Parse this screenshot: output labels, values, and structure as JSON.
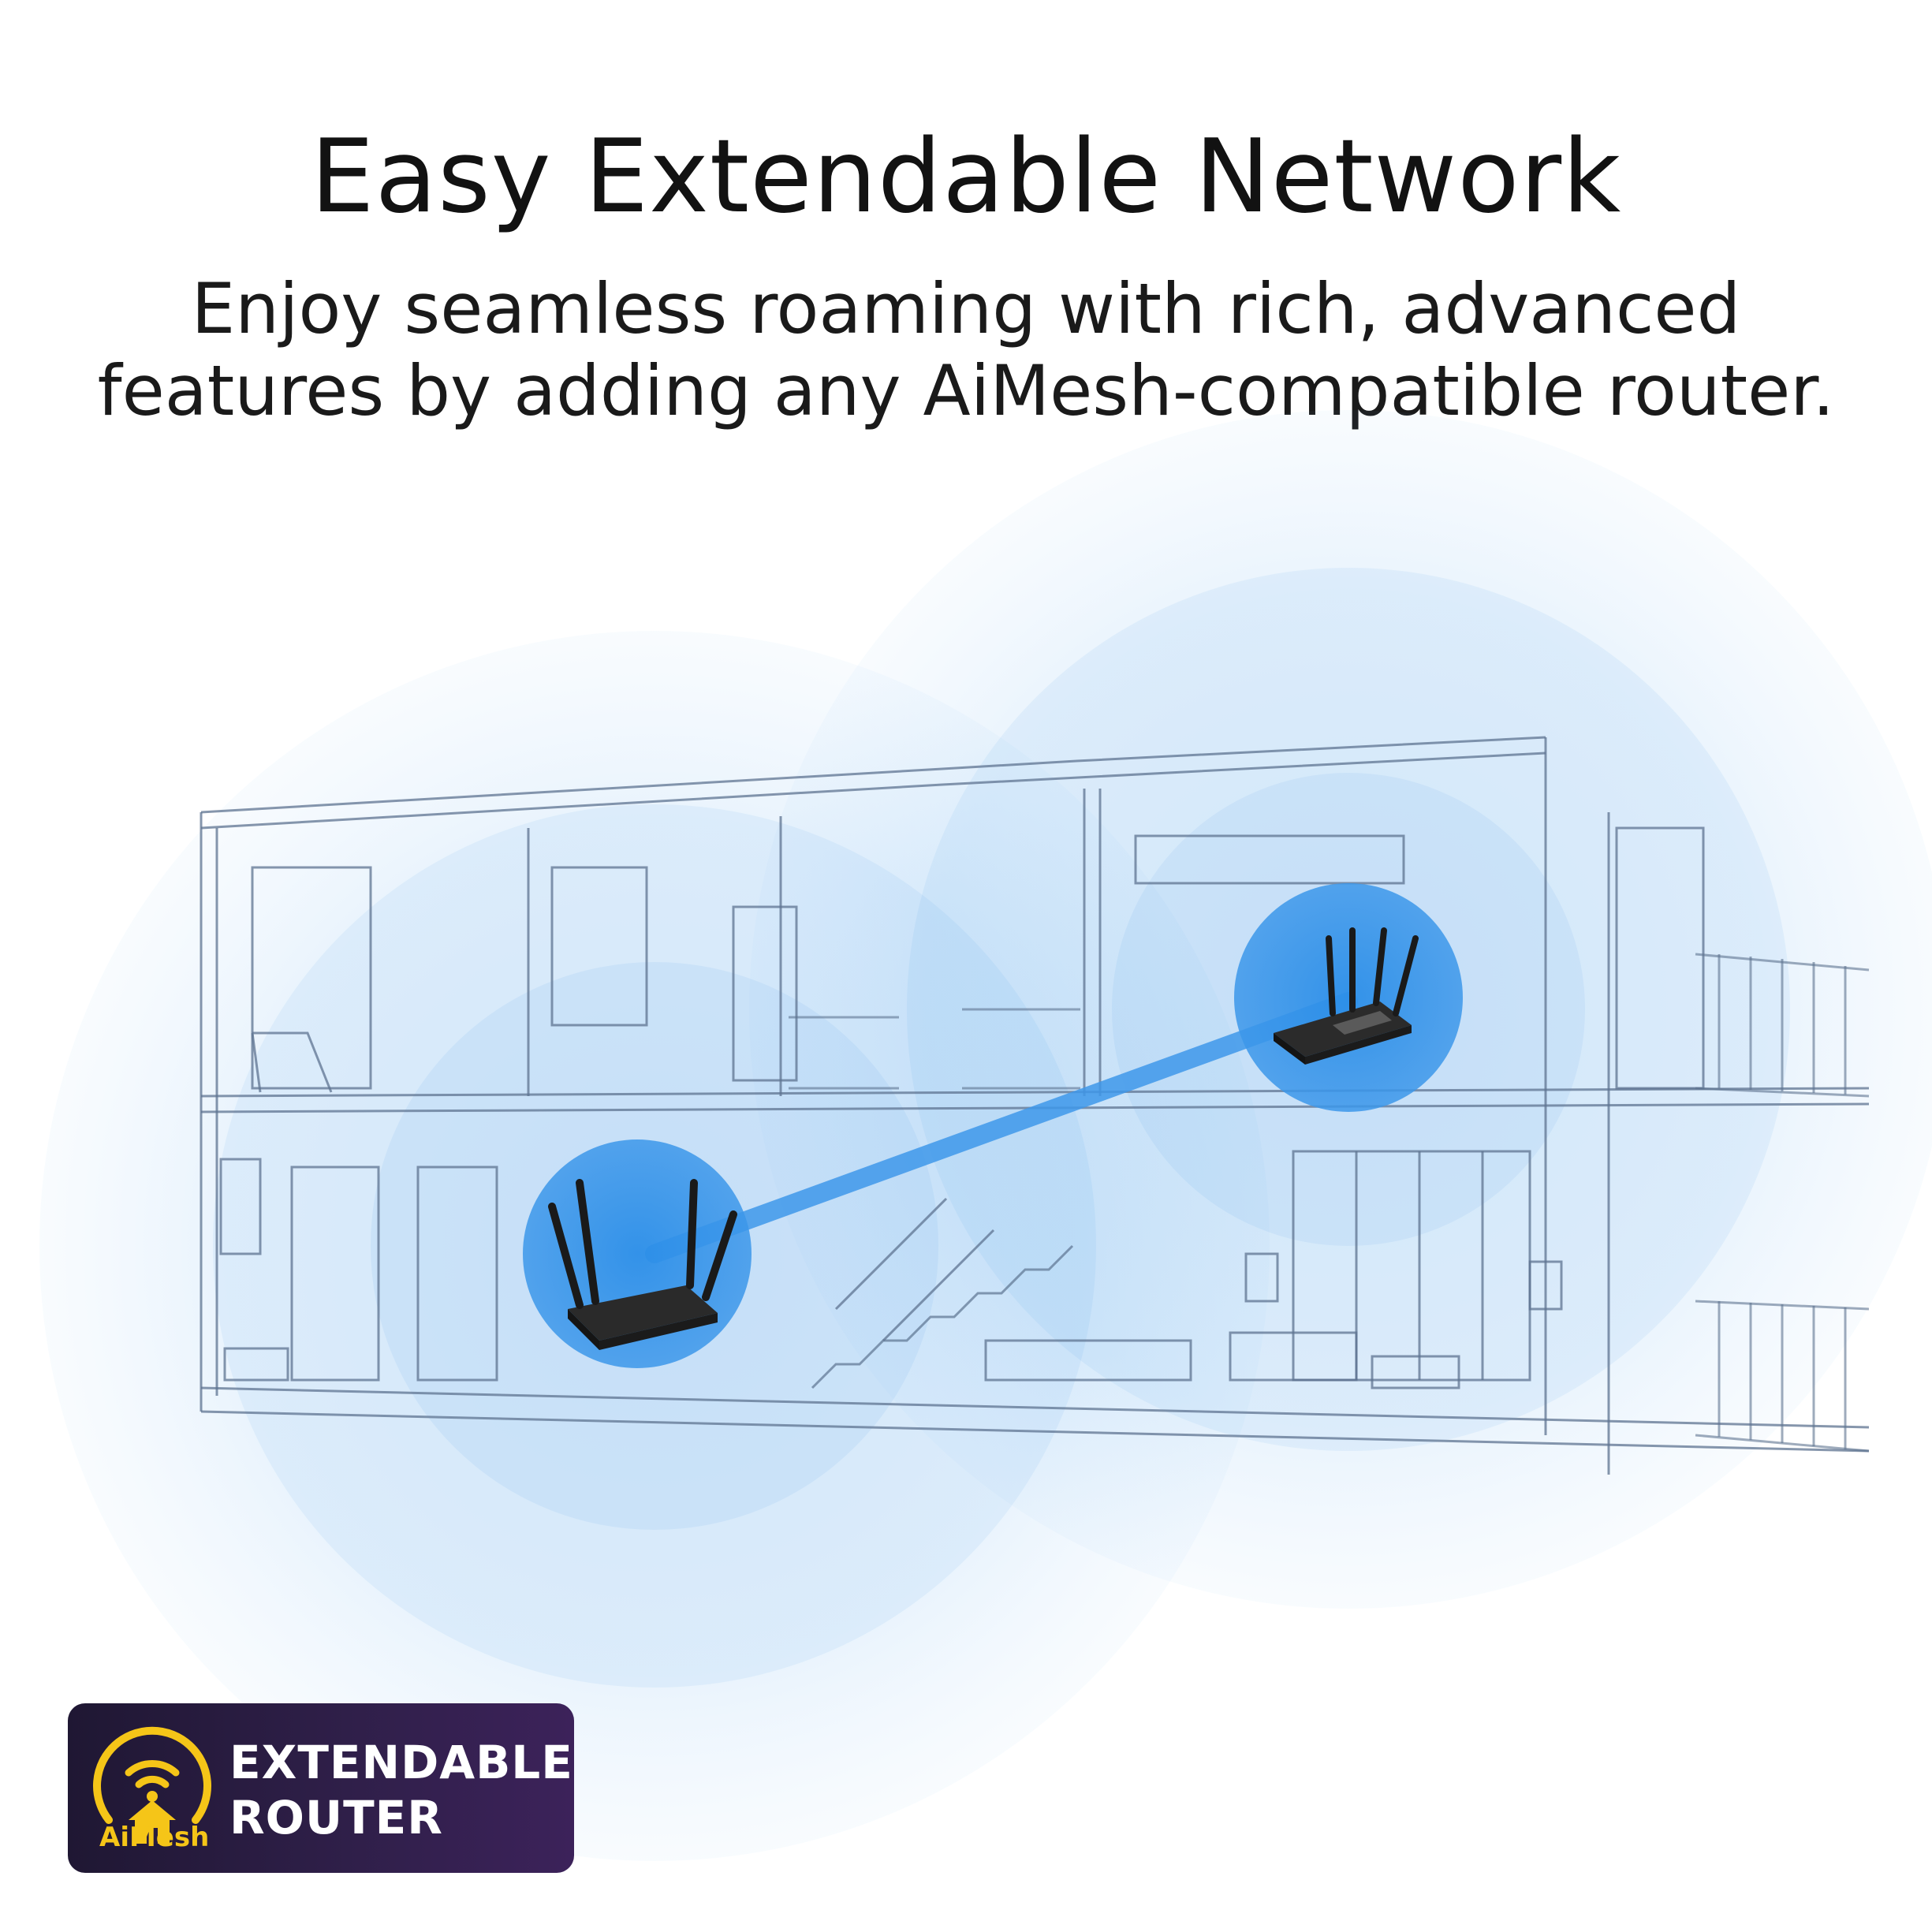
{
  "header": {
    "title": "Easy Extendable Network",
    "subtitle_line1": "Enjoy seamless roaming with rich, advanced",
    "subtitle_line2": "features by adding any AiMesh-compatible router."
  },
  "illustration": {
    "icons": [
      "house-sketch",
      "router-icon",
      "router-icon",
      "wifi-coverage-circles"
    ],
    "coverage_color": "#2f8fe6"
  },
  "badge": {
    "line1": "EXTENDABLE",
    "line2": "ROUTER",
    "logo_text": "AiMesh",
    "icon": "aimesh-house-wifi-icon",
    "accent_color": "#f5c518"
  }
}
